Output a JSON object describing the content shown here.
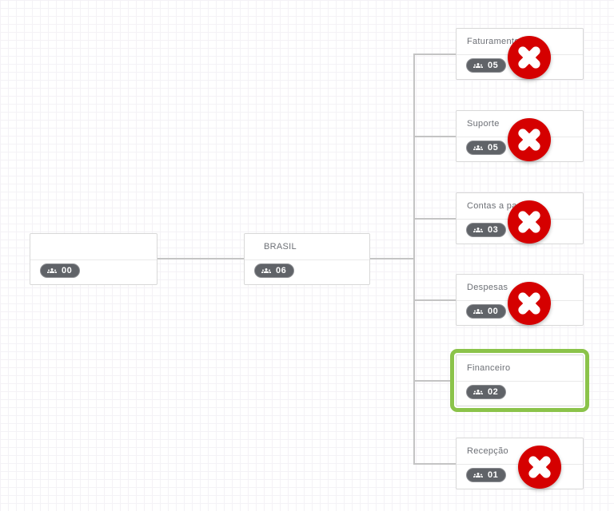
{
  "app": {
    "view": "organization-chart"
  },
  "colors": {
    "removed_badge": "#d50000",
    "selected_outline": "#8bc34a",
    "count_badge": "#606368",
    "connector": "#c4c4c4"
  },
  "icons": {
    "members": "groups-icon",
    "removed": "remove-x-icon"
  },
  "org_chart": {
    "root": {
      "label": "",
      "count": "00",
      "removed": false,
      "selected": false
    },
    "parent": {
      "label": "BRASIL",
      "count": "06",
      "removed": false,
      "selected": false
    },
    "children": [
      {
        "label": "Faturamento",
        "count": "05",
        "removed": true,
        "selected": false
      },
      {
        "label": "Suporte",
        "count": "05",
        "removed": true,
        "selected": false
      },
      {
        "label": "Contas a pagar",
        "count": "03",
        "removed": true,
        "selected": false
      },
      {
        "label": "Despesas",
        "count": "00",
        "removed": true,
        "selected": false
      },
      {
        "label": "Financeiro",
        "count": "02",
        "removed": false,
        "selected": true
      },
      {
        "label": "Recepção",
        "count": "01",
        "removed": true,
        "selected": false
      }
    ]
  }
}
